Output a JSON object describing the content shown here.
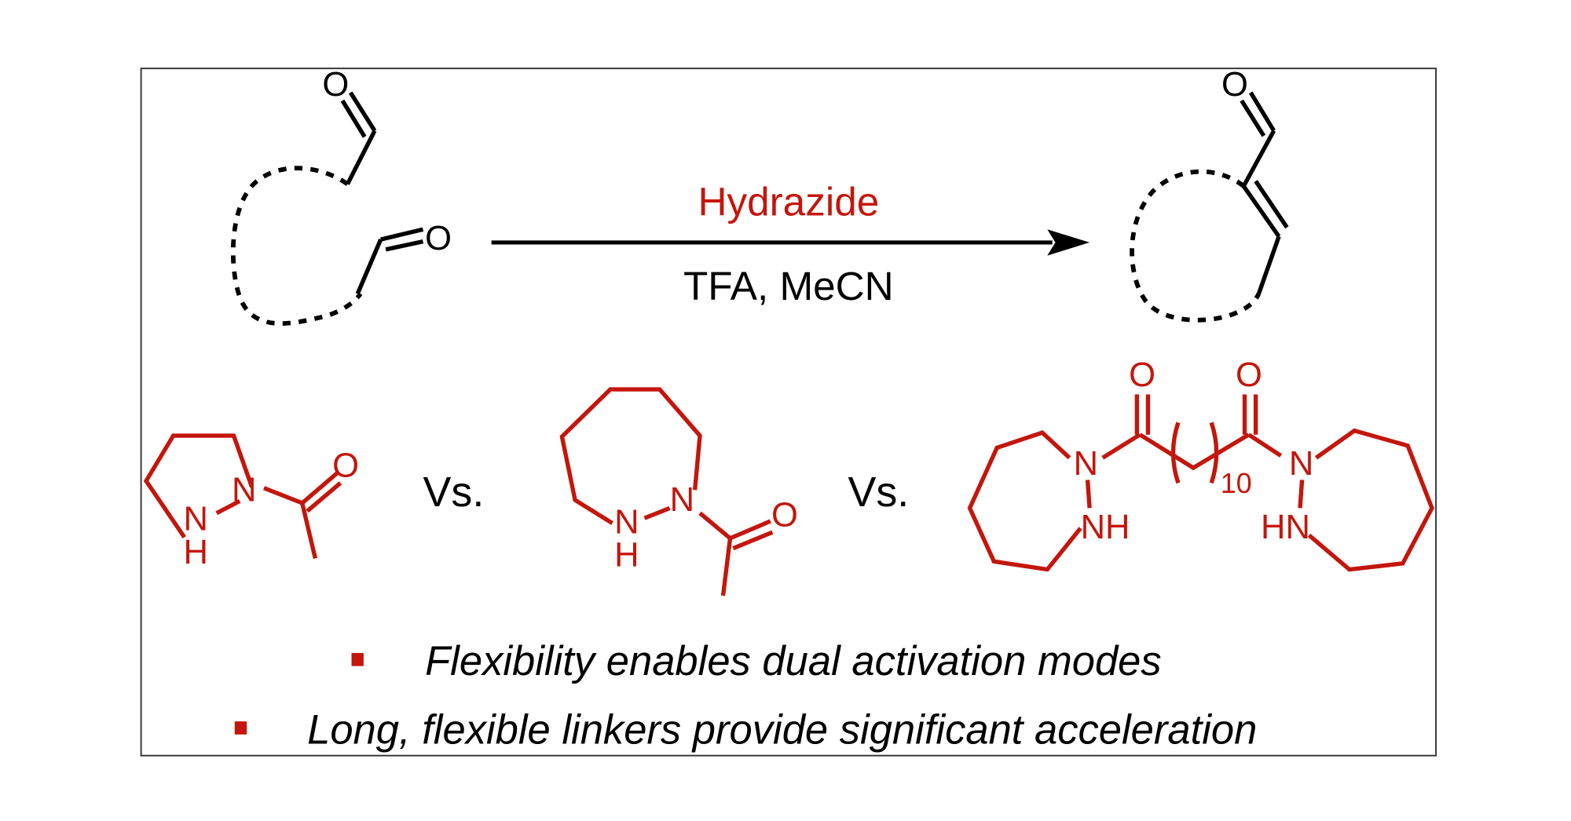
{
  "colors": {
    "accent": "#c4160c",
    "text": "#000000",
    "background": "#ffffff"
  },
  "reaction": {
    "reagent": "Hydrazide",
    "conditions": "TFA, MeCN"
  },
  "substrate": {
    "atoms": {
      "o_top": "O",
      "o_mid": "O"
    }
  },
  "product": {
    "atoms": {
      "o_top": "O"
    }
  },
  "catalysts": {
    "separator": "Vs.",
    "cat1": {
      "n1": "N",
      "nh_n": "N",
      "nh_h": "H",
      "o": "O"
    },
    "cat2": {
      "n1": "N",
      "nh_n": "N",
      "nh_h": "H",
      "o": "O"
    },
    "cat3": {
      "n_left": "N",
      "nh_left": "NH",
      "n_right": "N",
      "hn_right": "HN",
      "o_left": "O",
      "o_right": "O",
      "repeat": "10"
    }
  },
  "bullets": [
    "Flexibility enables dual activation modes",
    "Long, flexible linkers provide significant acceleration"
  ]
}
